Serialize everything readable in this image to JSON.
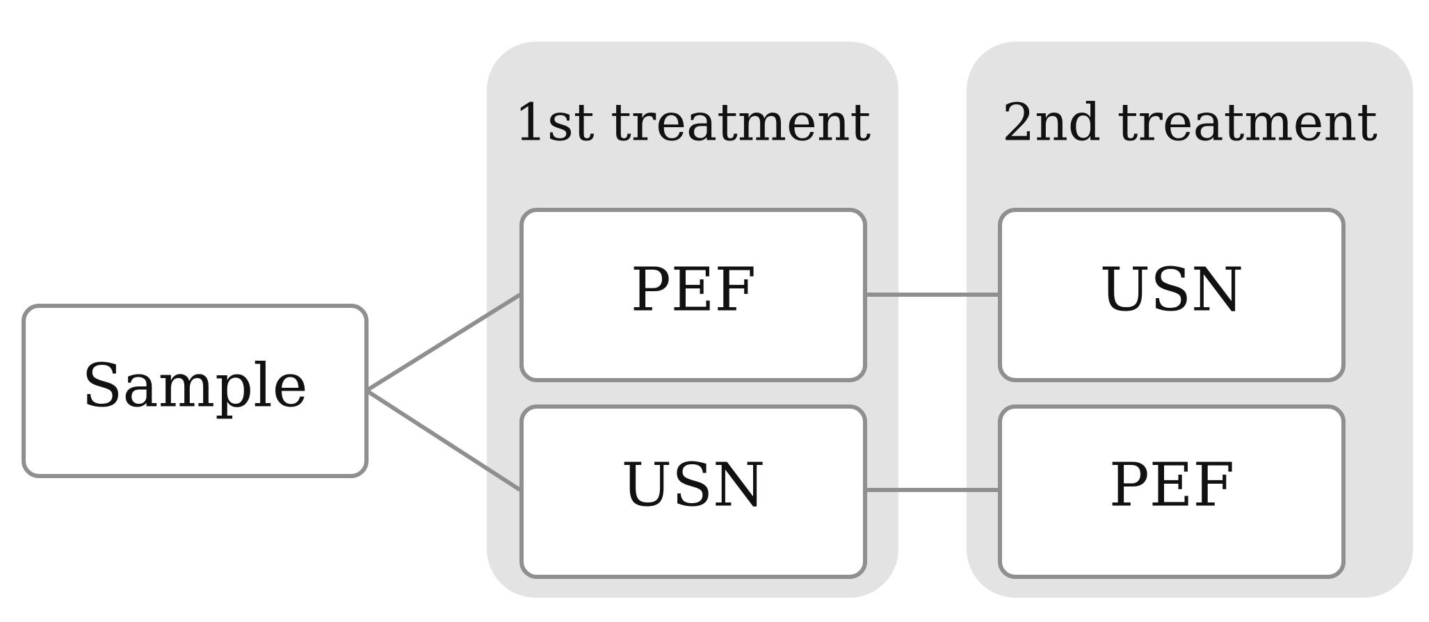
{
  "sample": {
    "label": "Sample"
  },
  "first_treatment": {
    "title": "1st treatment",
    "items": [
      {
        "label": "PEF"
      },
      {
        "label": "USN"
      }
    ]
  },
  "second_treatment": {
    "title": "2nd treatment",
    "items": [
      {
        "label": "USN"
      },
      {
        "label": "PEF"
      }
    ]
  },
  "colors": {
    "panel_fill": "#e3e3e3",
    "box_stroke": "#8f8f8f",
    "text": "#111111"
  }
}
